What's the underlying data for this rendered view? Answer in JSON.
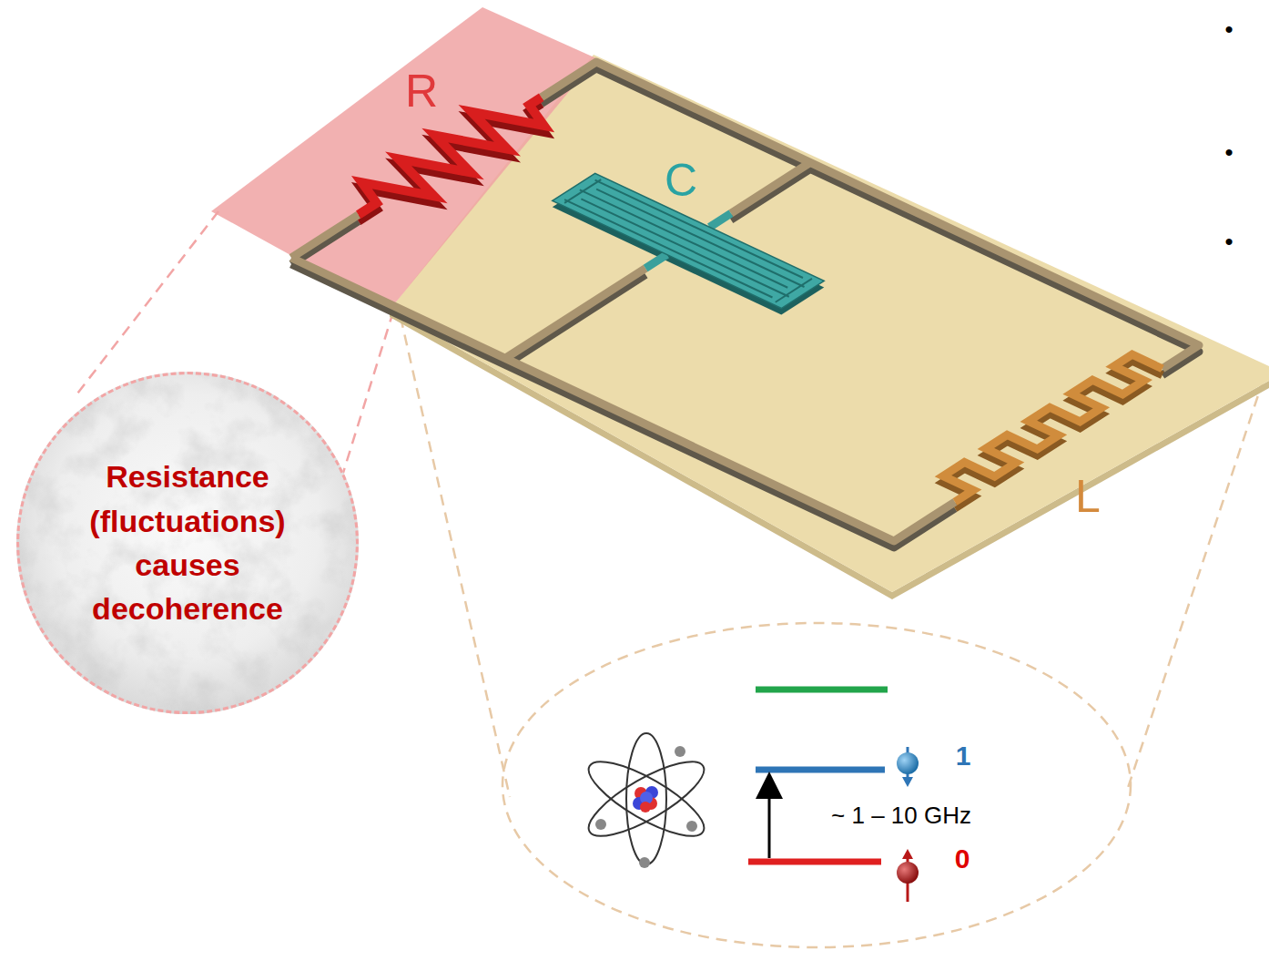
{
  "diagram": {
    "nodes": [
      {
        "text": [
          "Resistance (fluctuations) causes decoherence"
        ]
      }
    ],
    "labels": [
      "R",
      "C",
      "L",
      "~ 1 – 10 GHz",
      "1",
      "0",
      "•",
      "•",
      "•"
    ]
  }
}
